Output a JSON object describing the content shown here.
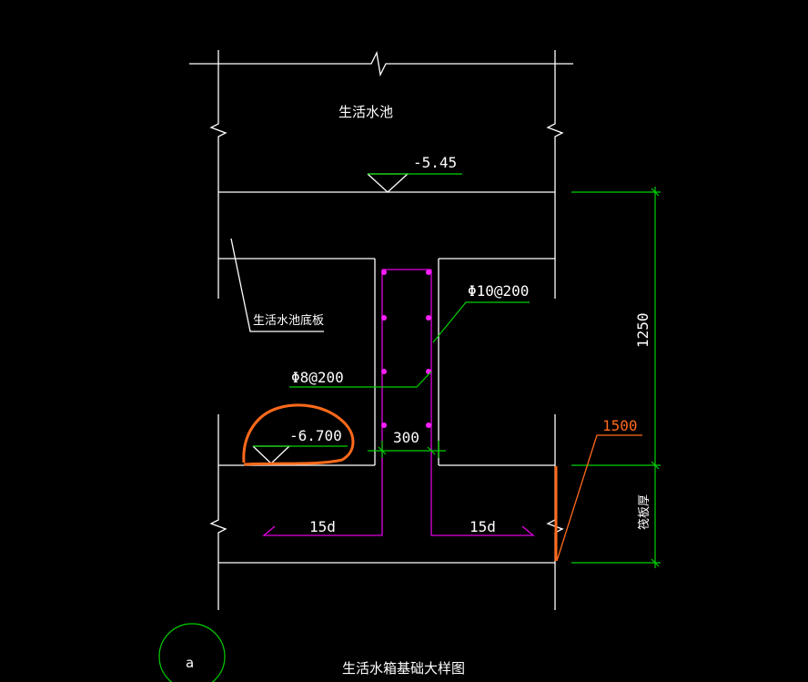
{
  "labels": {
    "pool_name": "生活水池",
    "pool_bottom": "生活水池底板",
    "elev_top": "-5.45",
    "elev_bottom": "-6.700",
    "rebar_main": "Φ10@200",
    "rebar_tie": "Φ8@200",
    "beam_width": "300",
    "anchor_left": "15d",
    "anchor_right": "15d",
    "dim_height": "1250",
    "dim_slab": "1500",
    "slab_label": "筏板厚",
    "title": "生活水箱基础大样图",
    "detail_mark": "a"
  },
  "colors": {
    "background": "#000000",
    "outline": "#ffffff",
    "dimension": "#00d000",
    "rebar": "#e000e0",
    "markup": "#ff6a1a"
  }
}
